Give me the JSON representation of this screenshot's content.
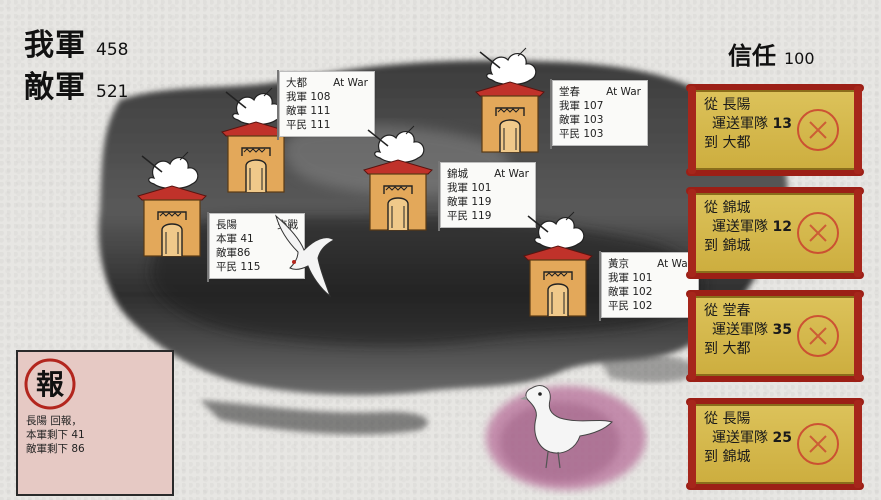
{
  "stats": {
    "ours": {
      "label": "我軍",
      "value": "458"
    },
    "enemy": {
      "label": "敵軍",
      "value": "521"
    },
    "trust": {
      "label": "信任",
      "value": "100"
    }
  },
  "cities": [
    {
      "name": "大都",
      "status": "At War",
      "rows": [
        "我軍 108",
        "敵軍 111",
        "平民 111"
      ]
    },
    {
      "name": "堂春",
      "status": "At War",
      "rows": [
        "我軍 107",
        "敵軍 103",
        "平民 103"
      ]
    },
    {
      "name": "錦城",
      "status": "At War",
      "rows": [
        "我軍 101",
        "敵軍 119",
        "平民 119"
      ]
    },
    {
      "name": "長陽",
      "status": "交戰",
      "rows": [
        "本軍 41",
        "敵軍86",
        "平民 115"
      ]
    },
    {
      "name": "黃京",
      "status": "At War",
      "rows": [
        "我軍 101",
        "敵軍 102",
        "平民 102"
      ]
    }
  ],
  "orders": [
    {
      "from": "從 長陽",
      "send": "運送軍隊",
      "count": "13",
      "to": "到 大都"
    },
    {
      "from": "從 錦城",
      "send": "運送軍隊",
      "count": "12",
      "to": "到 錦城"
    },
    {
      "from": "從 堂春",
      "send": "運送軍隊",
      "count": "35",
      "to": "到 大都"
    },
    {
      "from": "從 長陽",
      "send": "運送軍隊",
      "count": "25",
      "to": "到 錦城"
    }
  ],
  "report": {
    "title": "報",
    "lines": [
      "長陽 回報，",
      "本軍剩下 41",
      "敵軍剩下 86"
    ]
  },
  "colors": {
    "seal_red": "#b3261e",
    "scroll_gold": "#d4b84c",
    "scroll_rod": "#9c1f16",
    "report_bg": "#e6c9c4"
  }
}
